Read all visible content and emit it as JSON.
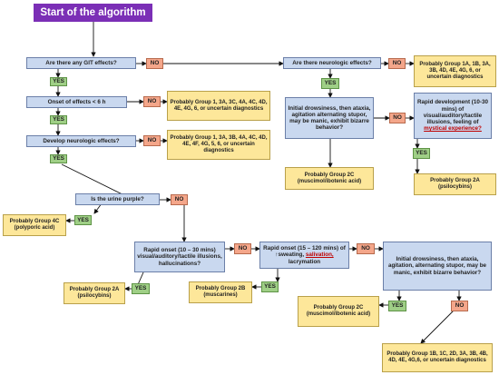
{
  "title": "Start of the algorithm",
  "labels": {
    "yes": "YES",
    "no": "NO"
  },
  "questions": {
    "git": "Are there any GIT effects?",
    "onset6h": "Onset of effects < 6 h",
    "neuro_dev": "Develop neurologic effects?",
    "urine": "Is the urine purple?",
    "neuro": "Are there neurologic effects?",
    "drowsy1": "Initial drowsiness, then ataxia, agitation alternating stupor, may be manic, exhibit bizarre behavior?",
    "rapid_dev_pre": "Rapid development (10-30 mins) of visual/auditory/tactile illusions, feeling of ",
    "rapid_dev_em": "mystical experience?",
    "rapid10": "Rapid onset (10 – 30 mins) visual/auditory/tactile illusions, hallucinations?",
    "rapid15_pre": "Rapid onset (15 – 120 mins) of ↑sweating, ",
    "rapid15_em": "salivation,",
    "rapid15_post": " lacrymation",
    "drowsy2": "Initial drowsiness, then ataxia, agitation, alternating stupor, may be manic, exhibit bizarre behavior?"
  },
  "results": {
    "g1a": "Probably Group 1A, 1B, 3A, 3B, 4D, 4E, 4G, 6, or uncertain diagnostics",
    "g1_3a": "Probably Group 1, 3A, 3C, 4A, 4C, 4D, 4E, 4G, 6, or uncertain diagnostics",
    "g1_3ab": "Probably Group 1, 3A, 3B, 4A, 4C, 4D, 4E, 4F, 4G, 5, 6, or uncertain diagnostics",
    "g4c": "Probably Group 4C (polyporic acid)",
    "g2c_top": "Probably Group 2C (muscimol/ibotenic acid)",
    "g2a_top": "Probably Group 2A (psilocybins)",
    "g2a_low": "Probably Group 2A (psilocybins)",
    "g2b": "Probably Group 2B (muscarines)",
    "g2c_low": "Probably Group 2C (muscimol/ibotenic acid)",
    "g1b": "Probably Group 1B, 1C, 2D, 3A, 3B, 4B, 4D, 4E, 4G,6, or uncertain diagnostics"
  },
  "colors": {
    "question": "#c9d8ef",
    "result": "#fde79a",
    "no": "#f4a68a",
    "yes": "#9fcf86",
    "title": "#7b2fb6",
    "emphasis": "#c00000"
  }
}
